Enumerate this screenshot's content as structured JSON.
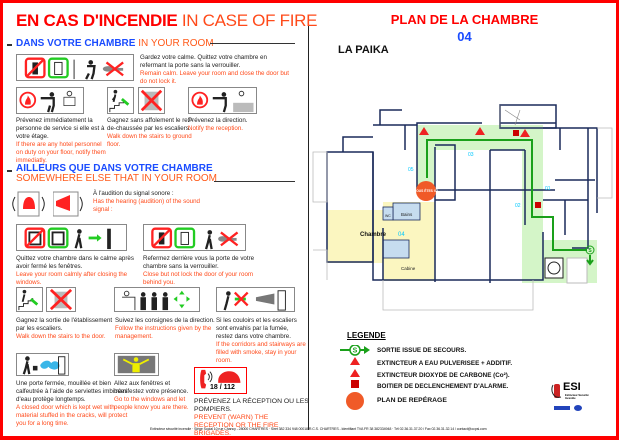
{
  "title": {
    "fr": "EN CAS D'INCENDIE",
    "en": "IN CASE OF FIRE"
  },
  "section_room": {
    "heading_fr": "DANS VOTRE CHAMBRE",
    "heading_en": "IN YOUR ROOM",
    "steps": [
      {
        "fr": "Gardez votre calme. Quittez votre chambre en refermant la porte sans la verrouiller.",
        "en": "Remain calm. Leave your room and close the door but do not lock it."
      },
      {
        "fr": "Prévenez immédiatement la personne de service si elle est à votre étage.",
        "en": "If there are any hotel personnel on duty on your floor, notify them immediatly."
      },
      {
        "fr": "Gagnez sans affolement le rez-de-chaussée par les escaliers.",
        "en": "Walk down the stairs to ground floor."
      },
      {
        "fr": "Prévenez la direction.",
        "en": "Notify the reception."
      }
    ]
  },
  "section_elsewhere": {
    "heading_fr": "AILLEURS QUE DANS VOTRE CHAMBRE",
    "heading_en": "SOMEWHERE ELSE THAT IN YOUR ROOM",
    "steps": [
      {
        "fr": "À l'audition du signal sonore :",
        "en": "Has the hearing (audition) of the sound signal :"
      },
      {
        "fr": "Quittez votre chambre dans le calme après avoir fermé les fenêtres.",
        "en": "Leave your room calmly after closing the windows."
      },
      {
        "fr": "Refermez derrière vous la porte de votre chambre sans la verrouiller.",
        "en": "Close but not lock the door of your room behind you."
      },
      {
        "fr": "Gagnez la sortie de l'établissement par les escaliers.",
        "en": "Walk down the stairs to the door."
      },
      {
        "fr": "Suivez les consignes de la direction.",
        "en": "Follow the instructions given by the management."
      },
      {
        "fr": "Si les couloirs et les escaliers sont envahis par la fumée, restez dans votre chambre.",
        "en": "If the corridors and stairways are filled with smoke, stay in your room."
      },
      {
        "fr": "Une porte fermée, mouillée et bien calfeutrée à l'aide de serviettes imbibées d'eau protège longtemps.",
        "en": "A closed door which is kept wet with material stuffed in the cracks, will protect you for a long time."
      },
      {
        "fr": "Allez aux fenêtres et manifestez votre présence.",
        "en": "Go to the windows and let people know you are there."
      },
      {
        "fr": "PRÉVENEZ LA RÉCEPTION OU LES POMPIERS.",
        "en": "PREVENT (WARN) THE RECEPTION OR THE FIRE BRIGADES."
      }
    ],
    "emergency_numbers": "18 / 112"
  },
  "plan": {
    "title": "PLAN DE LA CHAMBRE",
    "room_number": "04",
    "hotel_name": "LA PAIKA",
    "labels": {
      "room": "Chambre",
      "room_num": "04",
      "bath": "Bains",
      "wc": "WC",
      "cabin": "Cabine",
      "r01": "01",
      "r02": "02",
      "r03": "03",
      "r05": "05",
      "you_are_here": "VOUS ÊTES ICI",
      "exit": "S"
    }
  },
  "legend": {
    "title": "LEGENDE",
    "items": [
      {
        "icon": "exit-arrow-icon",
        "label": "SORTIE ISSUE DE SECOURS."
      },
      {
        "icon": "water-extinguisher-icon",
        "label": "EXTINCTEUR A EAU PULVERISEE + ADDITIF."
      },
      {
        "icon": "co2-extinguisher-icon",
        "label": "EXTINCTEUR DIOXYDE DE CARBONE (Co²)."
      },
      {
        "icon": "alarm-box-icon",
        "label": "BOITIER DE DECLENCHEMENT D'ALARME."
      },
      {
        "icon": "you-are-here-icon",
        "label": "PLAN DE REPÉRAGE"
      }
    ]
  },
  "logo": {
    "name": "ESI",
    "tagline": "Extincteur Sécurité Incendie"
  },
  "footer": "Extincteur sécurité incendie · Siège Social 10 rue Chancy - 28000 CHARTRES · Siret 382 334 948 00018 R.C.S. CHARTRES - Identifiant TVA FR 38 382334948 · Tél 02.36.31.37.20 / Fax 02.36.31.32.14 / contact@ocpsi.com",
  "colors": {
    "red": "#ff0000",
    "orange": "#ff4a1a",
    "blue": "#1a4cff",
    "green": "#1aa01a",
    "corridor": "#d4f5c8",
    "room": "#fbf6c0",
    "bath": "#c6dcef"
  }
}
